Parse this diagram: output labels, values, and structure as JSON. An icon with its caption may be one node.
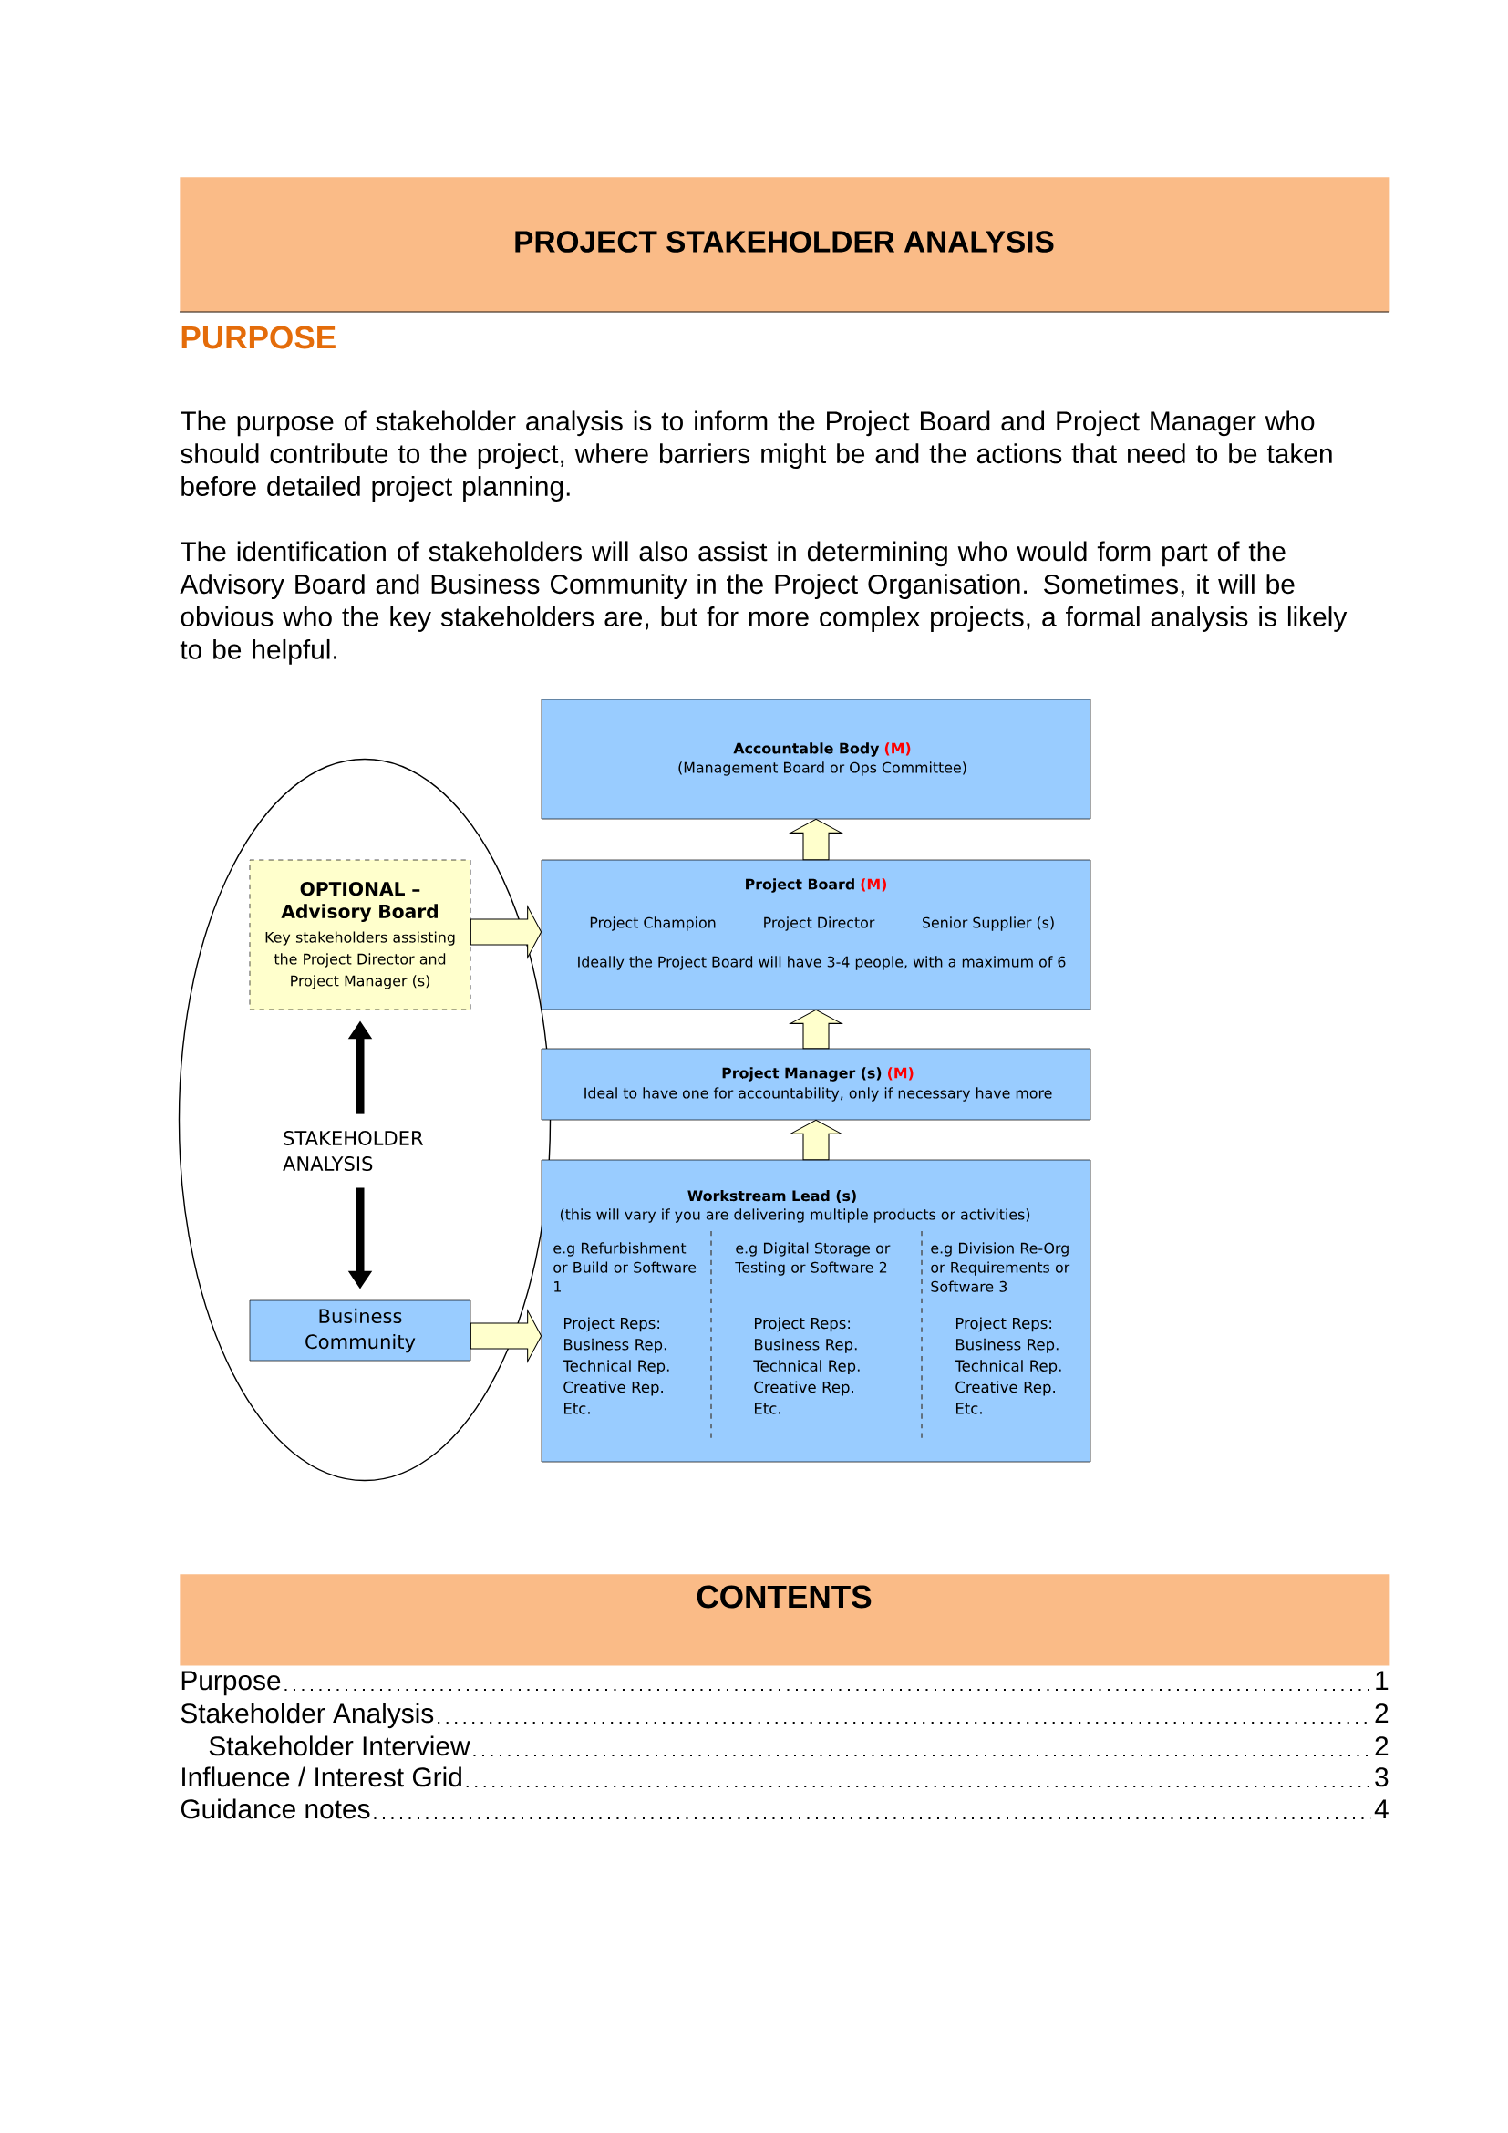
{
  "diagram": {
    "title": "PROJECT STAKEHOLDER ANALYSIS",
    "nodes": [
      {
        "text": [],
        "shape": "ellipse"
      },
      {
        "text": [
          "OPTIONAL – Advisory Board",
          "Key stakeholders assisting the Project Director and Project Manager (s)"
        ],
        "in": 0
      },
      {
        "text": [
          "STAKEHOLDER ANALYSIS"
        ],
        "in": 0
      },
      {
        "text": [
          "Business Community"
        ],
        "in": 0
      },
      {
        "text": [
          "Accountable Body",
          "(M)",
          "(Management Board or Ops Committee)"
        ]
      },
      {
        "text": [
          "Project Board",
          "(M)",
          "Project Champion",
          "Project Director",
          "Senior Supplier (s)",
          "Ideally the Project Board will have 3-4 people, with a maximum of 6"
        ]
      },
      {
        "text": [
          "Project Manager (s)",
          "(M)",
          "Ideal to have one for accountability, only if necessary have more"
        ]
      },
      {
        "text": [
          "Workstream Lead (s)",
          "(this will vary if you are delivering multiple products or activities)",
          "e.g Refurbishment or Build or Software 1",
          "Project Reps: Business Rep. Technical Rep. Creative Rep. Etc.",
          "e.g Digital Storage or Testing or Software 2",
          "Project Reps: Business Rep. Technical Rep. Creative Rep. Etc.",
          "e.g Division Re-Org or Requirements or Software 3",
          "Project Reps: Business Rep. Technical Rep. Creative Rep. Etc."
        ]
      }
    ],
    "edges": [
      {
        "from": 5,
        "to": 4,
        "arrow": "to"
      },
      {
        "from": 6,
        "to": 5,
        "arrow": "to"
      },
      {
        "from": 7,
        "to": 6,
        "arrow": "to"
      },
      {
        "from": 1,
        "to": 5,
        "arrow": "to"
      },
      {
        "from": 3,
        "to": 7,
        "arrow": "to"
      },
      {
        "from": 2,
        "to": 1,
        "arrow": "to"
      },
      {
        "from": 2,
        "to": 3,
        "arrow": "to"
      }
    ],
    "labels": [
      "PURPOSE",
      "The purpose of stakeholder analysis is to inform the Project Board and Project Manager who should contribute to the project, where barriers might be and the actions that need to be taken before detailed project planning.",
      "The identification of stakeholders will also assist in determining who would form part of the Advisory Board and Business Community in the Project Organisation. Sometimes, it will be obvious who the key stakeholders are, but for more complex projects, a formal analysis is likely to be helpful.",
      "CONTENTS",
      "Purpose",
      "1",
      "Stakeholder Analysis",
      "2",
      "Stakeholder Interview",
      "2",
      "Influence / Interest Grid",
      "3",
      "Guidance notes",
      "4"
    ]
  }
}
